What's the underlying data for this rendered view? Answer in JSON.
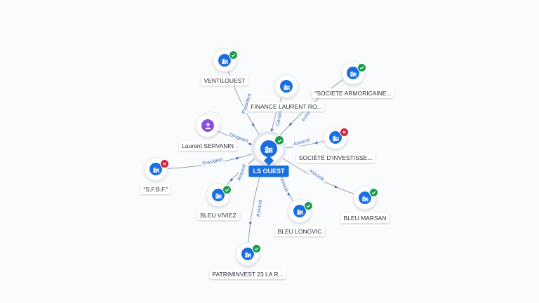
{
  "graph": {
    "center": {
      "id": "ls_ouest",
      "label": "LS OUEST",
      "type": "company",
      "status": "ok"
    },
    "nodes": [
      {
        "id": "ventilouest",
        "label": "VENTILOUEST",
        "type": "company",
        "status": "ok"
      },
      {
        "id": "finance",
        "label": "FINANCE LAURENT RO...",
        "type": "company",
        "status": "none"
      },
      {
        "id": "armoricaine",
        "label": "\"SOCIETE ARMORICAINE...",
        "type": "company",
        "status": "ok"
      },
      {
        "id": "servanin",
        "label": "Laurent SERVANIN",
        "type": "person",
        "status": "none",
        "stacked": true
      },
      {
        "id": "investisse",
        "label": "SOCIÉTÉ D'INVESTISSE...",
        "type": "company",
        "status": "ko"
      },
      {
        "id": "sfbf",
        "label": "\"S.F.B.F.\"",
        "type": "company",
        "status": "ko"
      },
      {
        "id": "viviez",
        "label": "BLEU VIVIEZ",
        "type": "company",
        "status": "ok"
      },
      {
        "id": "longvic",
        "label": "BLEU LONGVIC",
        "type": "company",
        "status": "ok"
      },
      {
        "id": "marsan",
        "label": "BLEU MARSAN",
        "type": "company",
        "status": "ok"
      },
      {
        "id": "patriminvest",
        "label": "PATRIMINVEST 23 LA R...",
        "type": "company",
        "status": "ok"
      }
    ],
    "edges": [
      {
        "from": "ventilouest",
        "to": "ls_ouest",
        "label": "Président"
      },
      {
        "from": "finance",
        "to": "ls_ouest",
        "label": "Gérant"
      },
      {
        "from": "armoricaine",
        "to": "ls_ouest",
        "label": "Président"
      },
      {
        "from": "servanin",
        "to": "ls_ouest",
        "label": "Dirigeant"
      },
      {
        "from": "ls_ouest",
        "to": "investisse",
        "label": "Associé"
      },
      {
        "from": "sfbf",
        "to": "ls_ouest",
        "label": "Président"
      },
      {
        "from": "ls_ouest",
        "to": "viviez",
        "label": "Associé"
      },
      {
        "from": "ls_ouest",
        "to": "longvic",
        "label": "Associé"
      },
      {
        "from": "ls_ouest",
        "to": "marsan",
        "label": "Associé"
      },
      {
        "from": "ls_ouest",
        "to": "patriminvest",
        "label": "Associé"
      }
    ]
  },
  "colors": {
    "company": "#1a6fe0",
    "person": "#8a4fe0",
    "ok": "#1a9b4b",
    "ko": "#d81e3c",
    "edge": "#8d97a6",
    "edge_label": "#3f6fbf"
  },
  "icons": {
    "company": "building-icon",
    "person": "person-icon",
    "ok": "check-icon",
    "ko": "cross-icon"
  }
}
